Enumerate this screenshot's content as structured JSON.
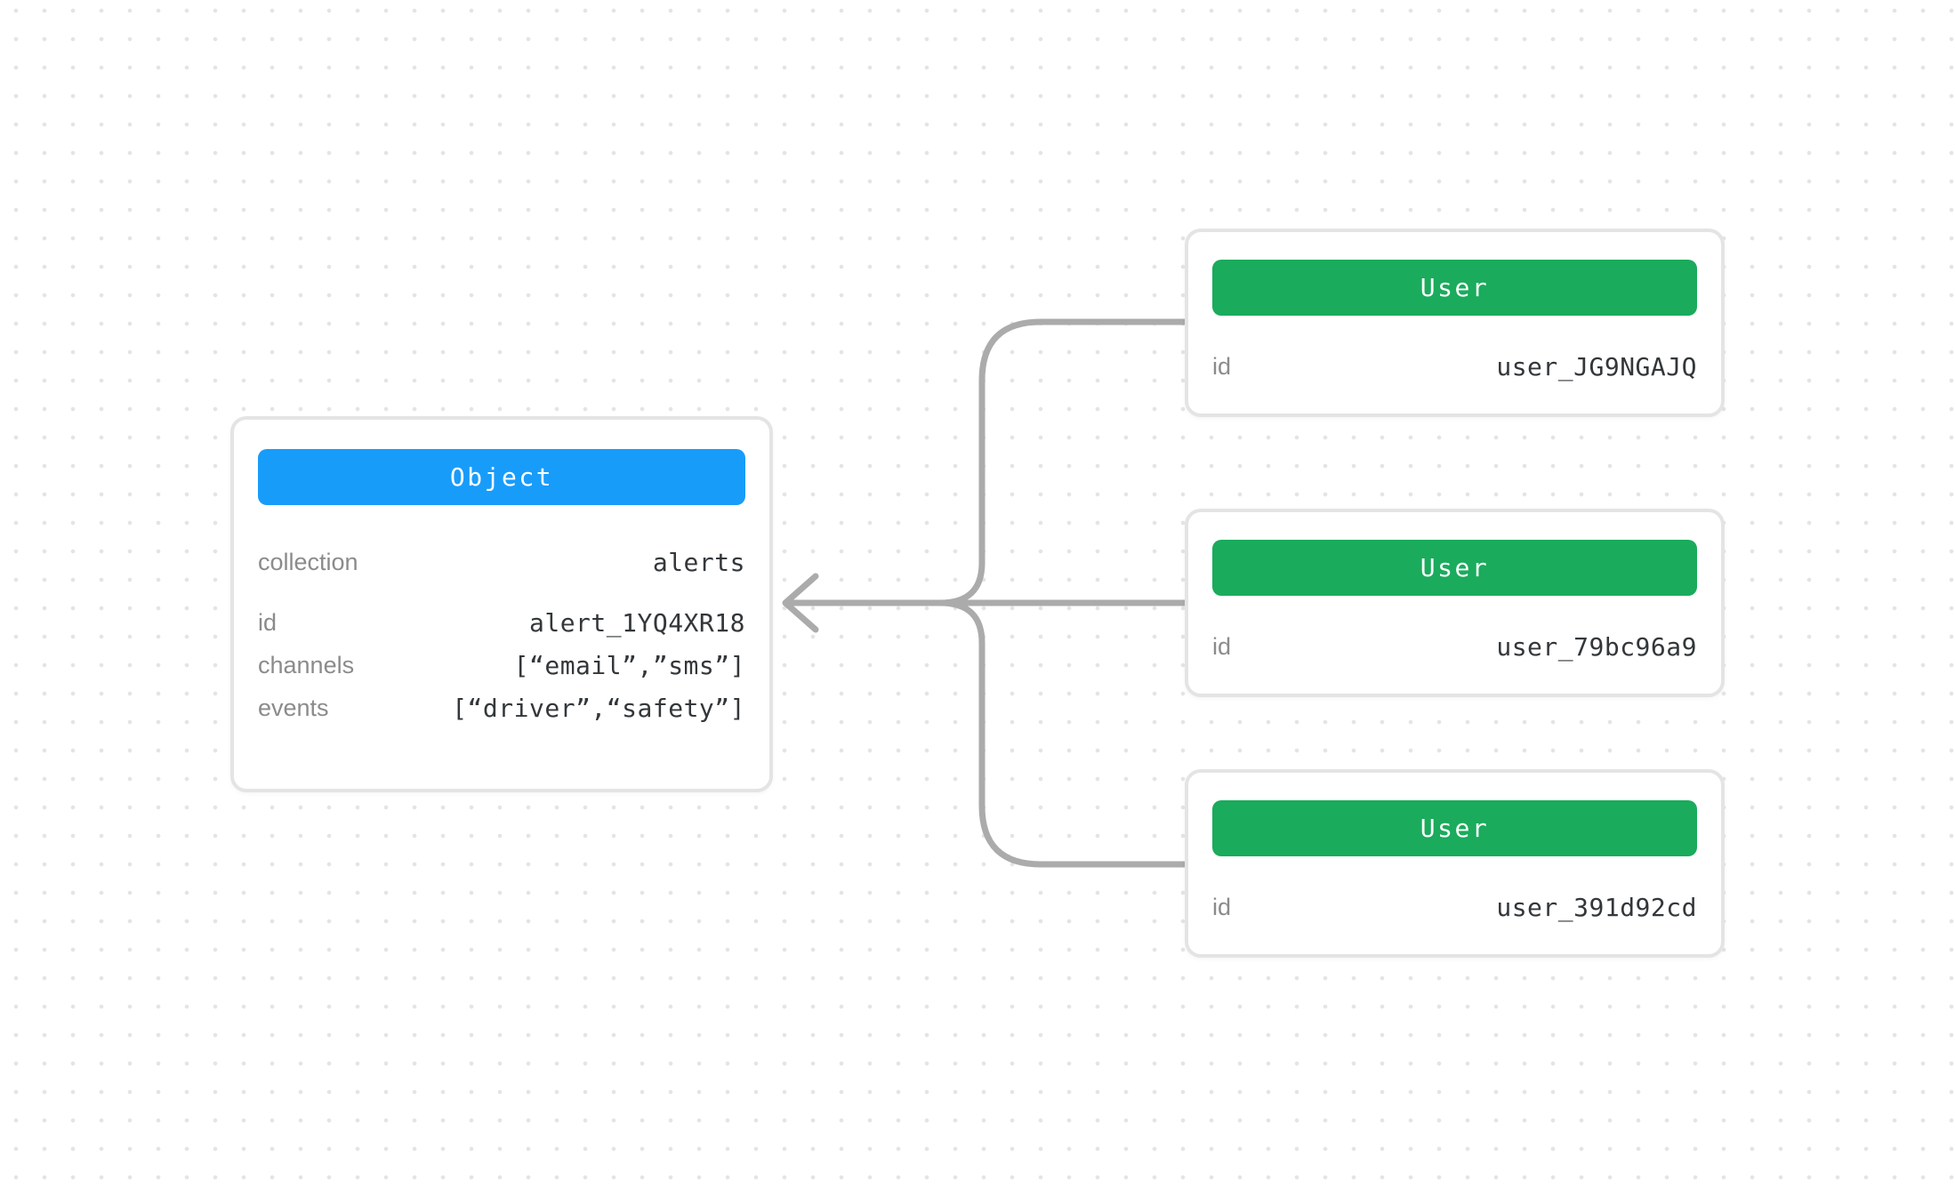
{
  "colors": {
    "canvas_bg": "#FFFFFF",
    "dot_grid": "#E4E4E4",
    "card_border": "#E4E4E4",
    "card_bg": "#FFFFFF",
    "object_header_bg": "#189CFA",
    "user_header_bg": "#1AAB5C",
    "header_text": "#FFFFFF",
    "label_text": "#8B8B8B",
    "value_text": "#33373A",
    "connector": "#ABABAB"
  },
  "object_node": {
    "title": "Object",
    "fields": [
      {
        "label": "collection",
        "value": "alerts"
      },
      {
        "label": "id",
        "value": "alert_1YQ4XR18"
      },
      {
        "label": "channels",
        "value": "[“email”,”sms”]"
      },
      {
        "label": "events",
        "value": "[“driver”,“safety”]"
      }
    ]
  },
  "user_nodes": [
    {
      "title": "User",
      "fields": [
        {
          "label": "id",
          "value": "user_JG9NGAJQ"
        }
      ]
    },
    {
      "title": "User",
      "fields": [
        {
          "label": "id",
          "value": "user_79bc96a9"
        }
      ]
    },
    {
      "title": "User",
      "fields": [
        {
          "label": "id",
          "value": "user_391d92cd"
        }
      ]
    }
  ]
}
